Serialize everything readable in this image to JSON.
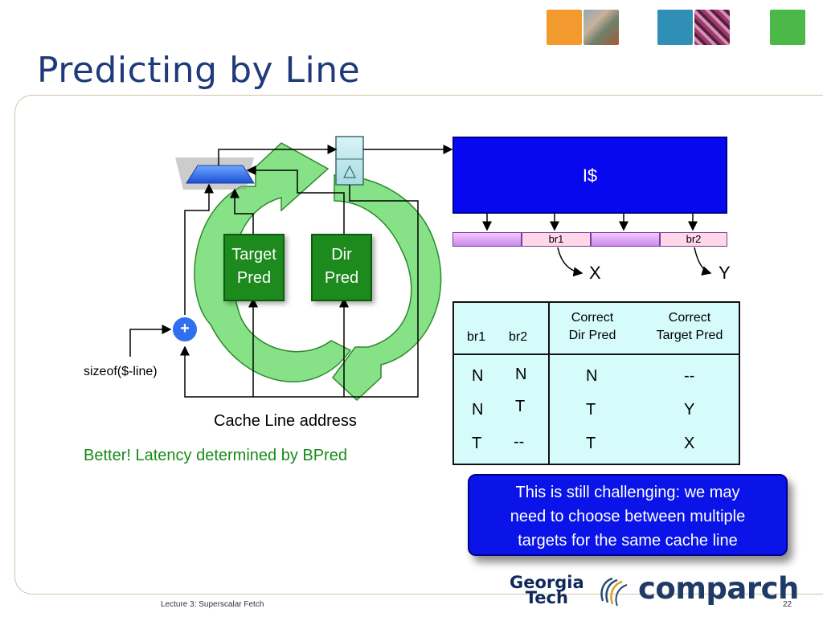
{
  "slide": {
    "title": "Predicting by Line",
    "footer": "Lecture 3: Superscalar Fetch",
    "page_number": "22"
  },
  "diagram": {
    "target_pred": [
      "Target",
      "Pred"
    ],
    "dir_pred": [
      "Dir",
      "Pred"
    ],
    "plus_symbol": "+",
    "sizeof_label": "sizeof($-line)",
    "cache_line_address": "Cache Line address",
    "better_note": "Better!  Latency determined by BPred",
    "icache_label": "I$",
    "seg_br1": "br1",
    "seg_br2": "br2",
    "x_label": "X",
    "y_label": "Y"
  },
  "table": {
    "headers": {
      "br1": "br1",
      "br2": "br2",
      "dir_pred": [
        "Correct",
        "Dir Pred"
      ],
      "target_pred": [
        "Correct",
        "Target Pred"
      ]
    },
    "rows": [
      {
        "br1": "N",
        "br2": "N",
        "dir": "N",
        "target": "--"
      },
      {
        "br1": "N",
        "br2": "T",
        "dir": "T",
        "target": "Y"
      },
      {
        "br1": "T",
        "br2": "--",
        "dir": "T",
        "target": "X"
      }
    ]
  },
  "callout": {
    "lines": [
      "This is still challenging: we may",
      "need to choose between multiple",
      "targets for the same cache line"
    ]
  },
  "logos": {
    "gt_line1": "Georgia",
    "gt_line2": "Tech",
    "comparch": "comparch"
  },
  "colors": {
    "title": "#1f3a7a",
    "icache": "#0808f0",
    "pred_box": "#1c8a1c",
    "arrow_green": "#5fd85f",
    "note_green": "#1a8a1a",
    "table_bg": "#d6fbfb",
    "callout": "#0a14e8"
  }
}
